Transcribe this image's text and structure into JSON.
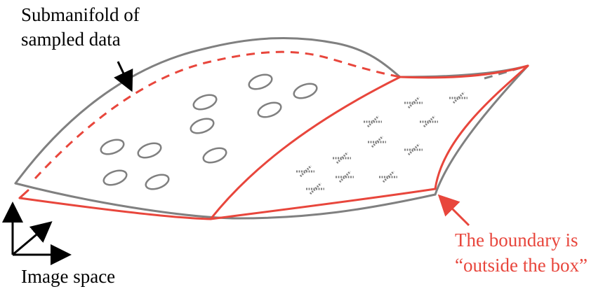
{
  "labels": {
    "submanifold_line1": "Submanifold of",
    "submanifold_line2": "sampled data",
    "image_space": "Image space",
    "boundary_line1": "The boundary is",
    "boundary_line2": "“outside the box”"
  },
  "colors": {
    "manifold": "#808080",
    "boundary": "#e8463c",
    "text": "#000000",
    "boundary_text": "#e8463c"
  },
  "icons": {
    "axes": "3d-axes-icon",
    "data_samples": "ellipse-marker",
    "generated_samples": "dashed-cross-marker"
  }
}
